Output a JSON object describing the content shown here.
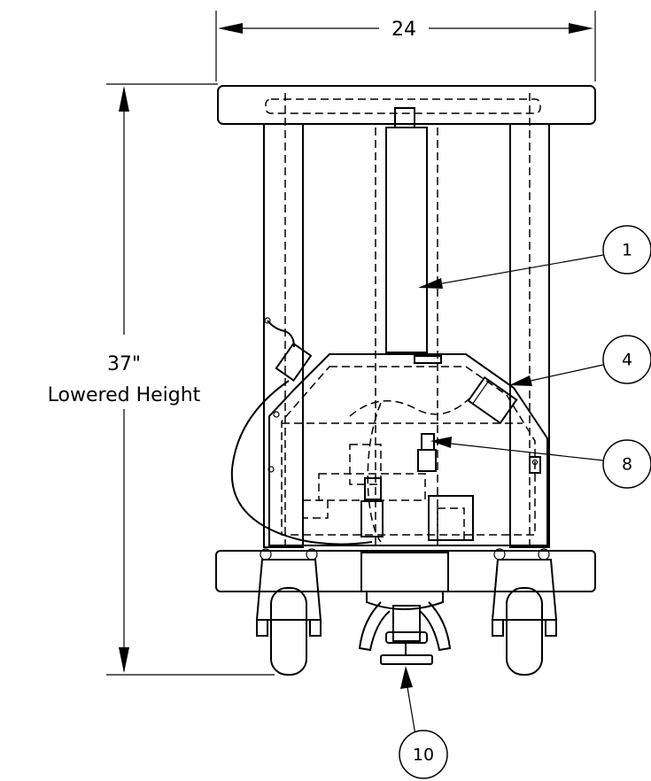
{
  "dimensions": {
    "width_label": "24",
    "height_label": "37\"",
    "height_caption": "Lowered Height"
  },
  "callouts": [
    {
      "label": "1"
    },
    {
      "label": "4"
    },
    {
      "label": "8"
    },
    {
      "label": "10"
    }
  ]
}
